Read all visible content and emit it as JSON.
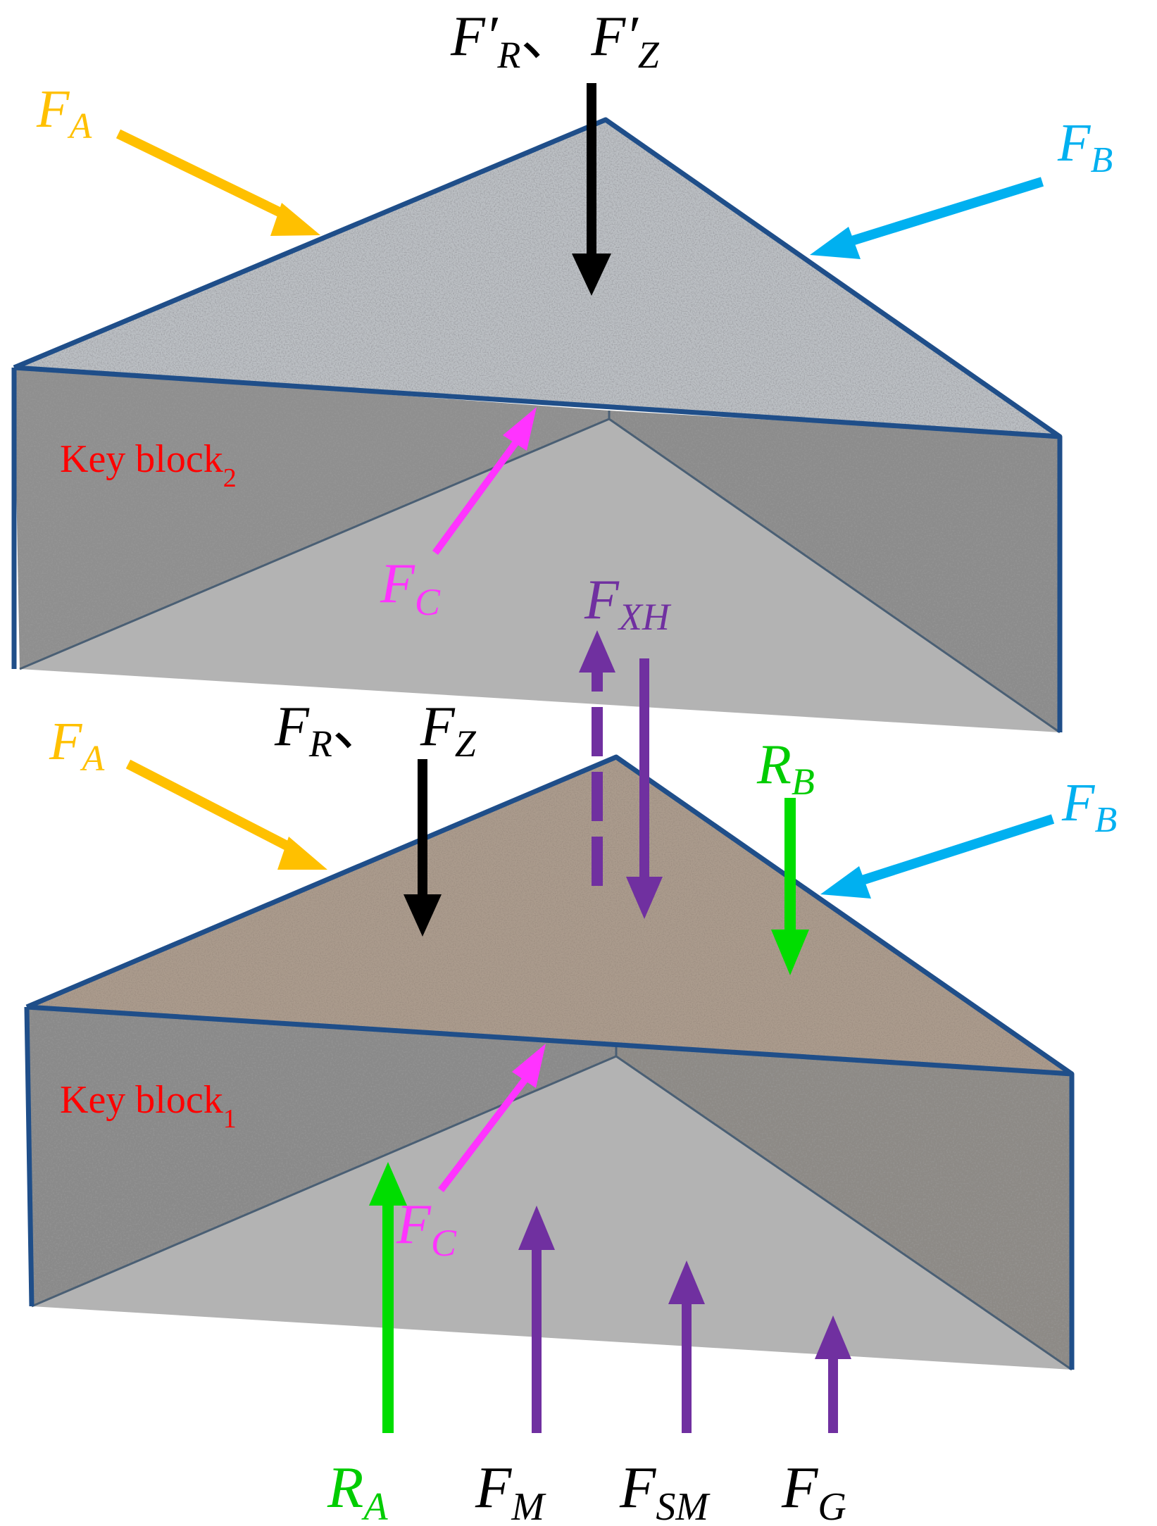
{
  "blocks": {
    "upper": {
      "label": "Key block",
      "subscript": "2"
    },
    "lower": {
      "label": "Key block",
      "subscript": "1"
    }
  },
  "forces": {
    "upper": {
      "FA": {
        "main": "F",
        "sub": "A",
        "color": "#ffc000"
      },
      "FB": {
        "main": "F",
        "sub": "B",
        "color": "#00b0f0"
      },
      "FRZ": {
        "main_r": "F′",
        "sub_r": "R",
        "sep": "、",
        "main_z": "F′",
        "sub_z": "Z",
        "color": "#000000"
      },
      "FC": {
        "main": "F",
        "sub": "C",
        "color": "#ff33ff"
      },
      "FXH": {
        "main": "F",
        "sub": "XH",
        "color": "#7030a0"
      }
    },
    "lower": {
      "FA": {
        "main": "F",
        "sub": "A",
        "color": "#ffc000"
      },
      "FB": {
        "main": "F",
        "sub": "B",
        "color": "#00b0f0"
      },
      "FRZ": {
        "main_r": "F",
        "sub_r": "R",
        "sep": "、",
        "main_z": "F",
        "sub_z": "Z",
        "color": "#000000"
      },
      "RB": {
        "main": "R",
        "sub": "B",
        "color": "#00cc00"
      },
      "FC": {
        "main": "F",
        "sub": "C",
        "color": "#ff33ff"
      },
      "RA": {
        "main": "R",
        "sub": "A",
        "color": "#00cc00"
      },
      "FM": {
        "main": "F",
        "sub": "M",
        "color": "#7030a0"
      },
      "FSM": {
        "main": "F",
        "sub": "SM",
        "color": "#7030a0"
      },
      "FG": {
        "main": "F",
        "sub": "G",
        "color": "#7030a0"
      }
    }
  },
  "colors": {
    "upper_top": "#b8bcbf",
    "lower_top": "#a8988a",
    "side": "#8a8a8a",
    "cavity": "#b3b3b3",
    "block_label": "#ff0000",
    "edge": "#1f4e89"
  }
}
